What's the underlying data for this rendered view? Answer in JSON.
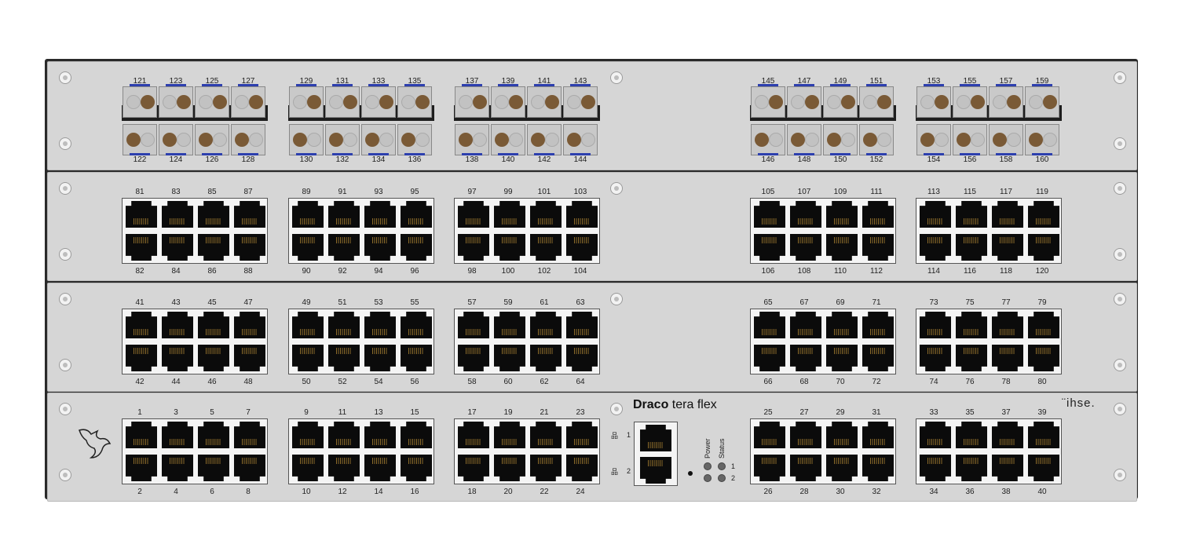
{
  "brand": {
    "name_bold": "Draco",
    "name_rest": " tera flex",
    "vendor": "¨ihse."
  },
  "colors": {
    "panel": "#d6d6d6",
    "sfp_tab": "#2d3fae",
    "lens": "#7a5a36"
  },
  "panels": [
    {
      "type": "sfp",
      "groups": [
        {
          "top": [
            "121",
            "123",
            "125",
            "127"
          ],
          "bottom": [
            "122",
            "124",
            "126",
            "128"
          ]
        },
        {
          "top": [
            "129",
            "131",
            "133",
            "135"
          ],
          "bottom": [
            "130",
            "132",
            "134",
            "136"
          ]
        },
        {
          "top": [
            "137",
            "139",
            "141",
            "143"
          ],
          "bottom": [
            "138",
            "140",
            "142",
            "144"
          ]
        },
        {
          "top": [
            "145",
            "147",
            "149",
            "151"
          ],
          "bottom": [
            "146",
            "148",
            "150",
            "152"
          ]
        },
        {
          "top": [
            "153",
            "155",
            "157",
            "159"
          ],
          "bottom": [
            "154",
            "156",
            "158",
            "160"
          ]
        }
      ]
    },
    {
      "type": "rj45",
      "groups": [
        {
          "top": [
            "81",
            "83",
            "85",
            "87"
          ],
          "bottom": [
            "82",
            "84",
            "86",
            "88"
          ]
        },
        {
          "top": [
            "89",
            "91",
            "93",
            "95"
          ],
          "bottom": [
            "90",
            "92",
            "94",
            "96"
          ]
        },
        {
          "top": [
            "97",
            "99",
            "101",
            "103"
          ],
          "bottom": [
            "98",
            "100",
            "102",
            "104"
          ]
        },
        {
          "top": [
            "105",
            "107",
            "109",
            "111"
          ],
          "bottom": [
            "106",
            "108",
            "110",
            "112"
          ]
        },
        {
          "top": [
            "113",
            "115",
            "117",
            "119"
          ],
          "bottom": [
            "114",
            "116",
            "118",
            "120"
          ]
        }
      ]
    },
    {
      "type": "rj45",
      "groups": [
        {
          "top": [
            "41",
            "43",
            "45",
            "47"
          ],
          "bottom": [
            "42",
            "44",
            "46",
            "48"
          ]
        },
        {
          "top": [
            "49",
            "51",
            "53",
            "55"
          ],
          "bottom": [
            "50",
            "52",
            "54",
            "56"
          ]
        },
        {
          "top": [
            "57",
            "59",
            "61",
            "63"
          ],
          "bottom": [
            "58",
            "60",
            "62",
            "64"
          ]
        },
        {
          "top": [
            "65",
            "67",
            "69",
            "71"
          ],
          "bottom": [
            "66",
            "68",
            "70",
            "72"
          ]
        },
        {
          "top": [
            "73",
            "75",
            "77",
            "79"
          ],
          "bottom": [
            "74",
            "76",
            "78",
            "80"
          ]
        }
      ]
    },
    {
      "type": "rj45",
      "groups": [
        {
          "top": [
            "1",
            "3",
            "5",
            "7"
          ],
          "bottom": [
            "2",
            "4",
            "6",
            "8"
          ]
        },
        {
          "top": [
            "9",
            "11",
            "13",
            "15"
          ],
          "bottom": [
            "10",
            "12",
            "14",
            "16"
          ]
        },
        {
          "top": [
            "17",
            "19",
            "21",
            "23"
          ],
          "bottom": [
            "18",
            "20",
            "22",
            "24"
          ]
        },
        {
          "top": [
            "25",
            "27",
            "29",
            "31"
          ],
          "bottom": [
            "26",
            "28",
            "30",
            "32"
          ]
        },
        {
          "top": [
            "33",
            "35",
            "37",
            "39"
          ],
          "bottom": [
            "34",
            "36",
            "38",
            "40"
          ]
        }
      ]
    }
  ],
  "mgmt": {
    "ports": [
      "1",
      "2"
    ],
    "led_labels": [
      "Power",
      "Status"
    ],
    "led_rows": [
      "1",
      "2"
    ]
  }
}
